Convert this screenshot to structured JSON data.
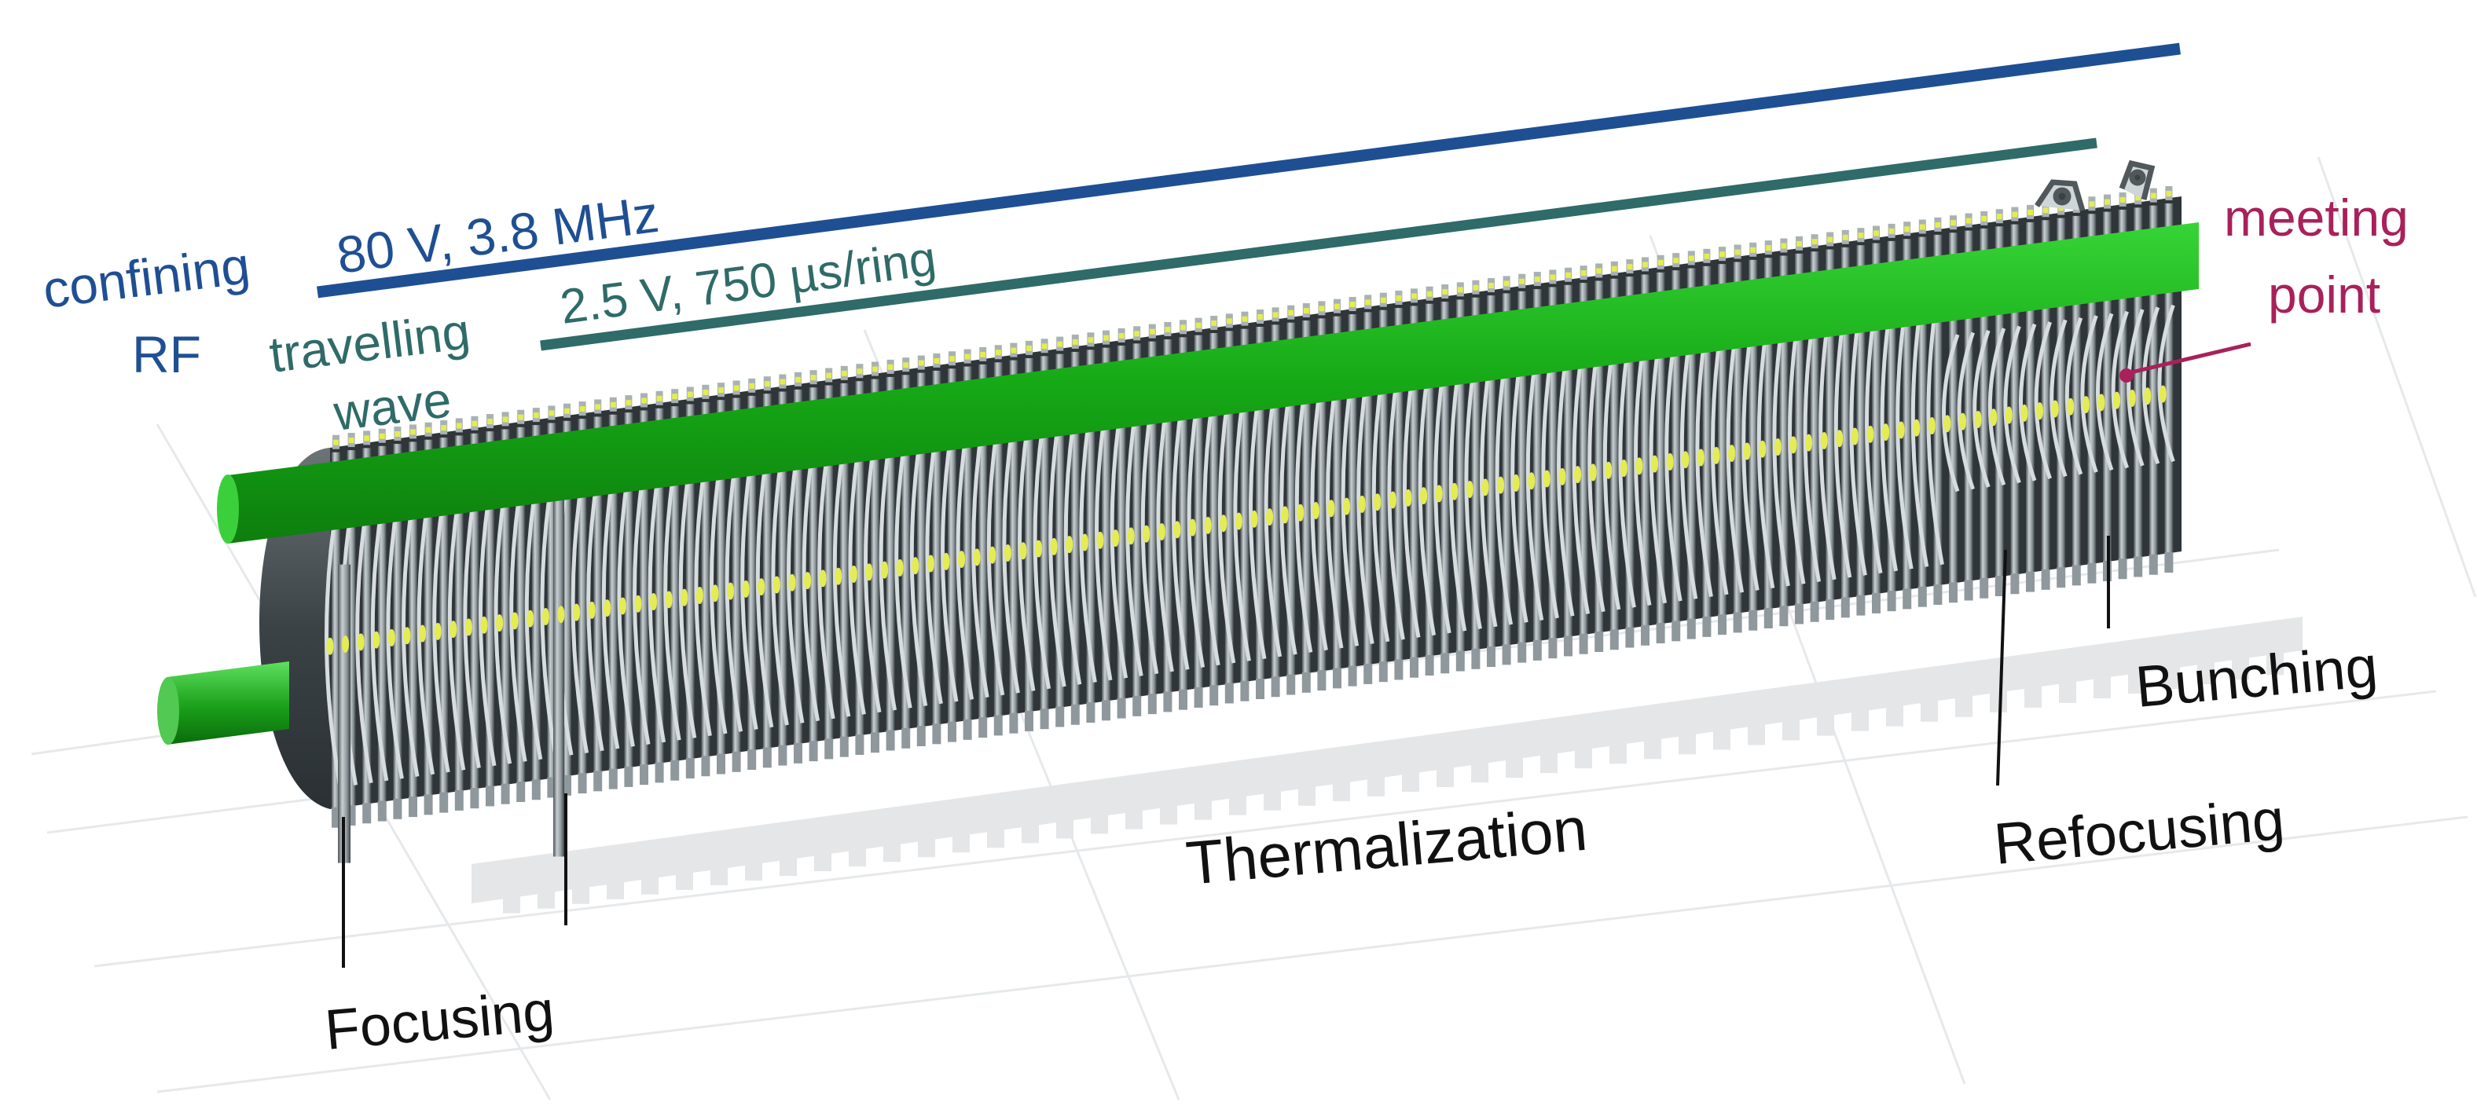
{
  "colors": {
    "rf": "#1f4f93",
    "travelling_wave": "#2f6b68",
    "meeting_point": "#a8215a",
    "stage_label": "#111111",
    "rod_green": "#18b018",
    "ring_grey": "#8f989c",
    "ring_light": "#c2c8cb",
    "ring_dark": "#4d5559",
    "ion_yellow": "#e4ec52"
  },
  "labels": {
    "confining": "confining",
    "rf": "RF",
    "rf_params": "80 V, 3.8 MHz",
    "travelling": "travelling",
    "wave": "wave",
    "wave_params": "2.5 V, 750 µs/ring",
    "meeting": "meeting",
    "point": "point"
  },
  "stages": {
    "focusing": "Focusing",
    "thermalization": "Thermalization",
    "refocusing": "Refocusing",
    "bunching": "Bunching"
  },
  "icons": {
    "electrode_stack": "ring-electrode-stack-icon",
    "guide_rod": "guide-rod-icon",
    "injection_pipe": "injection-pipe-icon",
    "mount_bracket": "mount-bracket-icon"
  }
}
